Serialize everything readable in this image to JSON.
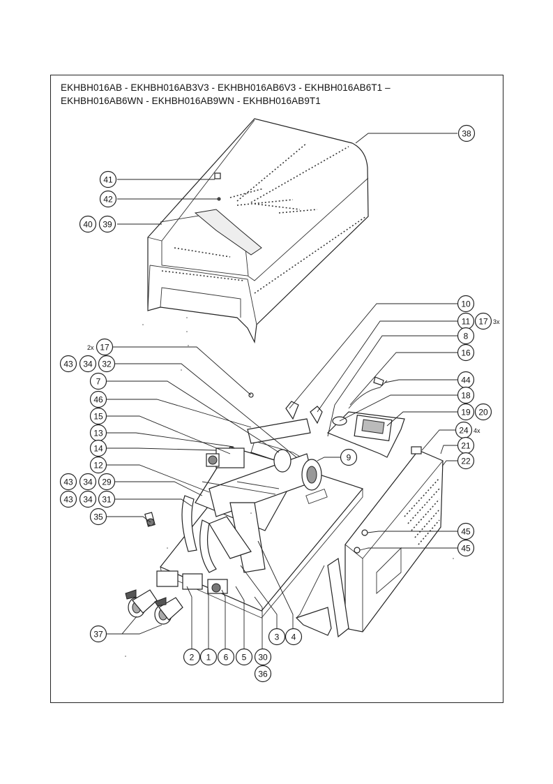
{
  "title": {
    "line1": "EKHBH016AB - EKHBH016AB3V3 - EKHBH016AB6V3 - EKHBH016AB6T1 –",
    "line2": "EKHBH016AB6WN - EKHBH016AB9WN - EKHBH016AB9T1"
  },
  "callouts": [
    {
      "id": "c38",
      "label": "38"
    },
    {
      "id": "c41",
      "label": "41"
    },
    {
      "id": "c42",
      "label": "42"
    },
    {
      "id": "c40",
      "label": "40"
    },
    {
      "id": "c39",
      "label": "39"
    },
    {
      "id": "c10",
      "label": "10"
    },
    {
      "id": "c11",
      "label": "11"
    },
    {
      "id": "c17a",
      "label": "17"
    },
    {
      "id": "c8",
      "label": "8"
    },
    {
      "id": "c17b",
      "label": "17"
    },
    {
      "id": "c16",
      "label": "16"
    },
    {
      "id": "c43a",
      "label": "43"
    },
    {
      "id": "c34a",
      "label": "34"
    },
    {
      "id": "c32",
      "label": "32"
    },
    {
      "id": "c7",
      "label": "7"
    },
    {
      "id": "c44",
      "label": "44"
    },
    {
      "id": "c46",
      "label": "46"
    },
    {
      "id": "c18",
      "label": "18"
    },
    {
      "id": "c15",
      "label": "15"
    },
    {
      "id": "c19",
      "label": "19"
    },
    {
      "id": "c20",
      "label": "20"
    },
    {
      "id": "c24",
      "label": "24"
    },
    {
      "id": "c13",
      "label": "13"
    },
    {
      "id": "c9",
      "label": "9"
    },
    {
      "id": "c14",
      "label": "14"
    },
    {
      "id": "c21",
      "label": "21"
    },
    {
      "id": "c22",
      "label": "22"
    },
    {
      "id": "c12",
      "label": "12"
    },
    {
      "id": "c43b",
      "label": "43"
    },
    {
      "id": "c34b",
      "label": "34"
    },
    {
      "id": "c29",
      "label": "29"
    },
    {
      "id": "c43c",
      "label": "43"
    },
    {
      "id": "c34c",
      "label": "34"
    },
    {
      "id": "c31",
      "label": "31"
    },
    {
      "id": "c35",
      "label": "35"
    },
    {
      "id": "c45a",
      "label": "45"
    },
    {
      "id": "c45b",
      "label": "45"
    },
    {
      "id": "c37",
      "label": "37"
    },
    {
      "id": "c3",
      "label": "3"
    },
    {
      "id": "c4",
      "label": "4"
    },
    {
      "id": "c2",
      "label": "2"
    },
    {
      "id": "c1",
      "label": "1"
    },
    {
      "id": "c6",
      "label": "6"
    },
    {
      "id": "c5",
      "label": "5"
    },
    {
      "id": "c30",
      "label": "30"
    },
    {
      "id": "c36",
      "label": "36"
    }
  ],
  "notes": {
    "n3x": "3x",
    "n2x": "2x",
    "n4x": "4x"
  }
}
